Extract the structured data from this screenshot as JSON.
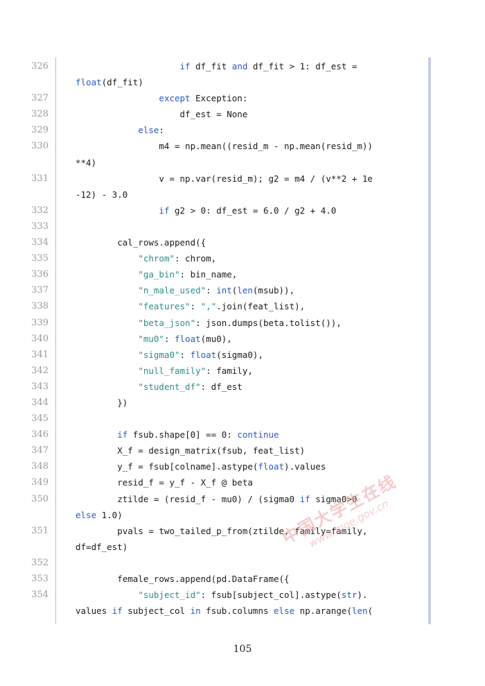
{
  "page_number": "105",
  "watermark": {
    "title": "中国大学生在线",
    "url": "www.moe.gov.cn"
  },
  "lines": [
    {
      "n": "326",
      "w": [
        [
          "                    ",
          "p"
        ],
        [
          "if",
          "k"
        ],
        [
          " df_fit ",
          "p"
        ],
        [
          "and",
          "k"
        ],
        [
          " df_fit > 1: df_est =",
          "p"
        ]
      ]
    },
    {
      "n": "",
      "w": [
        [
          "float",
          "b"
        ],
        [
          "(df_fit)",
          "p"
        ]
      ]
    },
    {
      "n": "327",
      "w": [
        [
          "                ",
          "p"
        ],
        [
          "except",
          "k"
        ],
        [
          " Exception:",
          "p"
        ]
      ]
    },
    {
      "n": "328",
      "w": [
        [
          "                    df_est = None",
          "p"
        ]
      ]
    },
    {
      "n": "329",
      "w": [
        [
          "            ",
          "p"
        ],
        [
          "else",
          "k"
        ],
        [
          ":",
          "p"
        ]
      ]
    },
    {
      "n": "330",
      "w": [
        [
          "                m4 = np.mean((resid_m - np.mean(resid_m))",
          "p"
        ]
      ]
    },
    {
      "n": "",
      "w": [
        [
          "**4)",
          "p"
        ]
      ]
    },
    {
      "n": "331",
      "w": [
        [
          "                v = np.var(resid_m); g2 = m4 / (v**2 + 1e",
          "p"
        ]
      ]
    },
    {
      "n": "",
      "w": [
        [
          "-12) - 3.0",
          "p"
        ]
      ]
    },
    {
      "n": "332",
      "w": [
        [
          "                ",
          "p"
        ],
        [
          "if",
          "k"
        ],
        [
          " g2 > 0: df_est = 6.0 / g2 + 4.0",
          "p"
        ]
      ]
    },
    {
      "n": "333",
      "w": []
    },
    {
      "n": "334",
      "w": [
        [
          "        cal_rows.append({",
          "p"
        ]
      ]
    },
    {
      "n": "335",
      "w": [
        [
          "            ",
          "p"
        ],
        [
          "\"chrom\"",
          "s"
        ],
        [
          ": chrom,",
          "p"
        ]
      ]
    },
    {
      "n": "336",
      "w": [
        [
          "            ",
          "p"
        ],
        [
          "\"ga_bin\"",
          "s"
        ],
        [
          ": bin_name,",
          "p"
        ]
      ]
    },
    {
      "n": "337",
      "w": [
        [
          "            ",
          "p"
        ],
        [
          "\"n_male_used\"",
          "s"
        ],
        [
          ": ",
          "p"
        ],
        [
          "int",
          "b"
        ],
        [
          "(",
          "p"
        ],
        [
          "len",
          "b"
        ],
        [
          "(msub)),",
          "p"
        ]
      ]
    },
    {
      "n": "338",
      "w": [
        [
          "            ",
          "p"
        ],
        [
          "\"features\"",
          "s"
        ],
        [
          ": ",
          "p"
        ],
        [
          "\",\"",
          "s"
        ],
        [
          ".join(feat_list),",
          "p"
        ]
      ]
    },
    {
      "n": "339",
      "w": [
        [
          "            ",
          "p"
        ],
        [
          "\"beta_json\"",
          "s"
        ],
        [
          ": json.dumps(beta.tolist()),",
          "p"
        ]
      ]
    },
    {
      "n": "340",
      "w": [
        [
          "            ",
          "p"
        ],
        [
          "\"mu0\"",
          "s"
        ],
        [
          ": ",
          "p"
        ],
        [
          "float",
          "b"
        ],
        [
          "(mu0),",
          "p"
        ]
      ]
    },
    {
      "n": "341",
      "w": [
        [
          "            ",
          "p"
        ],
        [
          "\"sigma0\"",
          "s"
        ],
        [
          ": ",
          "p"
        ],
        [
          "float",
          "b"
        ],
        [
          "(sigma0),",
          "p"
        ]
      ]
    },
    {
      "n": "342",
      "w": [
        [
          "            ",
          "p"
        ],
        [
          "\"null_family\"",
          "s"
        ],
        [
          ": family,",
          "p"
        ]
      ]
    },
    {
      "n": "343",
      "w": [
        [
          "            ",
          "p"
        ],
        [
          "\"student_df\"",
          "s"
        ],
        [
          ": df_est",
          "p"
        ]
      ]
    },
    {
      "n": "344",
      "w": [
        [
          "        })",
          "p"
        ]
      ]
    },
    {
      "n": "345",
      "w": []
    },
    {
      "n": "346",
      "w": [
        [
          "        ",
          "p"
        ],
        [
          "if",
          "k"
        ],
        [
          " fsub.shape[0] == 0: ",
          "p"
        ],
        [
          "continue",
          "k"
        ]
      ]
    },
    {
      "n": "347",
      "w": [
        [
          "        X_f = design_matrix(fsub, feat_list)",
          "p"
        ]
      ]
    },
    {
      "n": "348",
      "w": [
        [
          "        y_f = fsub[colname].astype(",
          "p"
        ],
        [
          "float",
          "b"
        ],
        [
          ").values",
          "p"
        ]
      ]
    },
    {
      "n": "349",
      "w": [
        [
          "        resid_f = y_f - X_f @ beta",
          "p"
        ]
      ]
    },
    {
      "n": "350",
      "w": [
        [
          "        ztilde = (resid_f - mu0) / (sigma0 ",
          "p"
        ],
        [
          "if",
          "k"
        ],
        [
          " sigma0>0",
          "p"
        ]
      ]
    },
    {
      "n": "",
      "w": [
        [
          "else",
          "k"
        ],
        [
          " 1.0)",
          "p"
        ]
      ]
    },
    {
      "n": "351",
      "w": [
        [
          "        pvals = two_tailed_p_from(ztilde, family=family,",
          "p"
        ]
      ]
    },
    {
      "n": "",
      "w": [
        [
          "df=df_est)",
          "p"
        ]
      ]
    },
    {
      "n": "352",
      "w": []
    },
    {
      "n": "353",
      "w": [
        [
          "        female_rows.append(pd.DataFrame({",
          "p"
        ]
      ]
    },
    {
      "n": "354",
      "w": [
        [
          "            ",
          "p"
        ],
        [
          "\"subject_id\"",
          "s"
        ],
        [
          ": fsub[subject_col].astype(",
          "p"
        ],
        [
          "str",
          "b"
        ],
        [
          ").",
          "p"
        ]
      ]
    },
    {
      "n": "",
      "w": [
        [
          "values ",
          "p"
        ],
        [
          "if",
          "k"
        ],
        [
          " subject_col ",
          "p"
        ],
        [
          "in",
          "k"
        ],
        [
          " fsub.columns ",
          "p"
        ],
        [
          "else",
          "k"
        ],
        [
          " np.arange(",
          "p"
        ],
        [
          "len",
          "b"
        ],
        [
          "(",
          "p"
        ]
      ]
    }
  ]
}
